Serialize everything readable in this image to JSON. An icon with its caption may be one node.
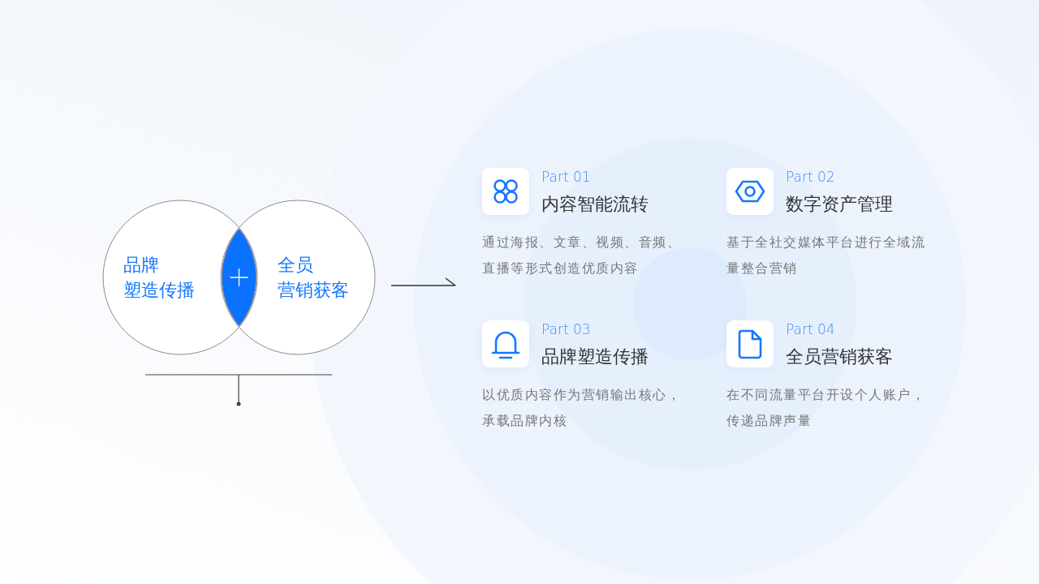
{
  "diagram": {
    "nodes": [
      {
        "text": [
          "品牌",
          "塑造传播"
        ]
      },
      {
        "text": [
          "全员",
          "营销获客"
        ]
      }
    ],
    "labels": [
      "Part 01",
      "内容智能流转",
      "通过海报、文章、视频、音频、直播等形式创造优质内容",
      "Part 02",
      "数字资产管理",
      "基于全社交媒体平台进行全域流量整合营销",
      "Part 03",
      "品牌塑造传播",
      "以优质内容作为营销输出核心，承载品牌内核",
      "Part 04",
      "全员营销获客",
      "在不同流量平台开设个人账户，传递品牌声量"
    ]
  }
}
